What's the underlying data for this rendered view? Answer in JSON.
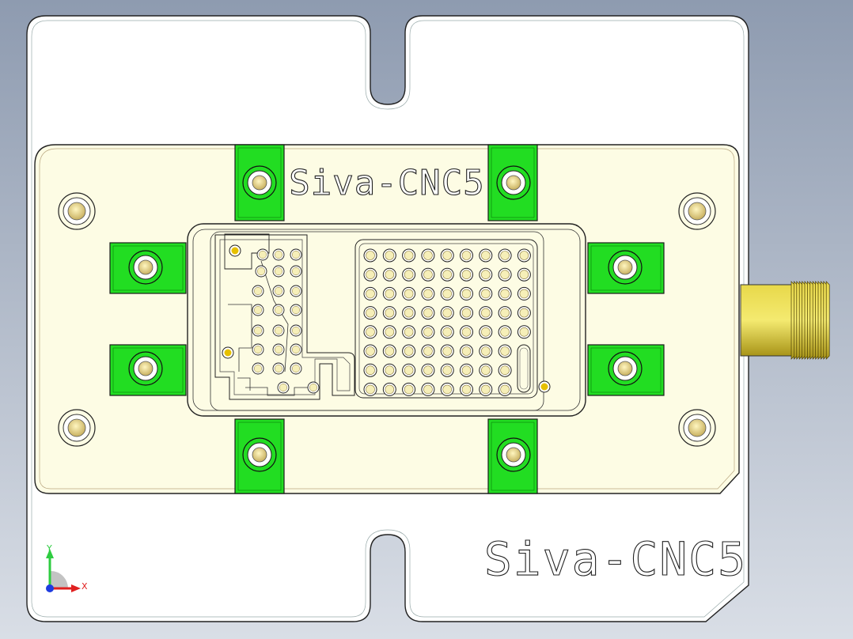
{
  "viewport": {
    "background_top": "#8e9bb0",
    "background_bottom": "#d9dee6"
  },
  "fixture": {
    "engraving_top": "Siva-CNC5",
    "engraving_bottom": "Siva-CNC5",
    "base_plate_color": "#ffffff",
    "pcb_plate_color": "#fdfce4",
    "clamp_color": "#22dd22",
    "connector_color": "#d4c020",
    "grid_rows": 8,
    "grid_cols": 9
  },
  "axes": {
    "y_label": "Y",
    "x_label": "X",
    "y_color": "#2ecc40",
    "x_color": "#e02020",
    "z_color": "#1e3ce0"
  }
}
